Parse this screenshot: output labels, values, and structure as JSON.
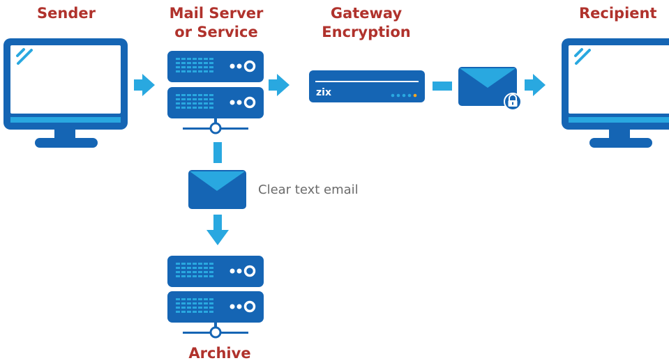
{
  "labels": {
    "sender": "Sender",
    "mail_server_line1": "Mail Server",
    "mail_server_line2": "or Service",
    "gateway_line1": "Gateway",
    "gateway_line2": "Encryption",
    "recipient": "Recipient",
    "archive": "Archive"
  },
  "caption": "Clear text email",
  "gateway_brand": "zix",
  "icons": [
    "monitor-icon",
    "server-icon",
    "gateway-appliance-icon",
    "envelope-icon",
    "lock-icon",
    "arrow-right-icon",
    "arrow-down-icon"
  ],
  "colors": {
    "label_red": "#b0322c",
    "dark_blue": "#1565b4",
    "light_blue": "#29a8e0",
    "orange_led": "#f5a623",
    "caption_gray": "#6b6b6b"
  }
}
